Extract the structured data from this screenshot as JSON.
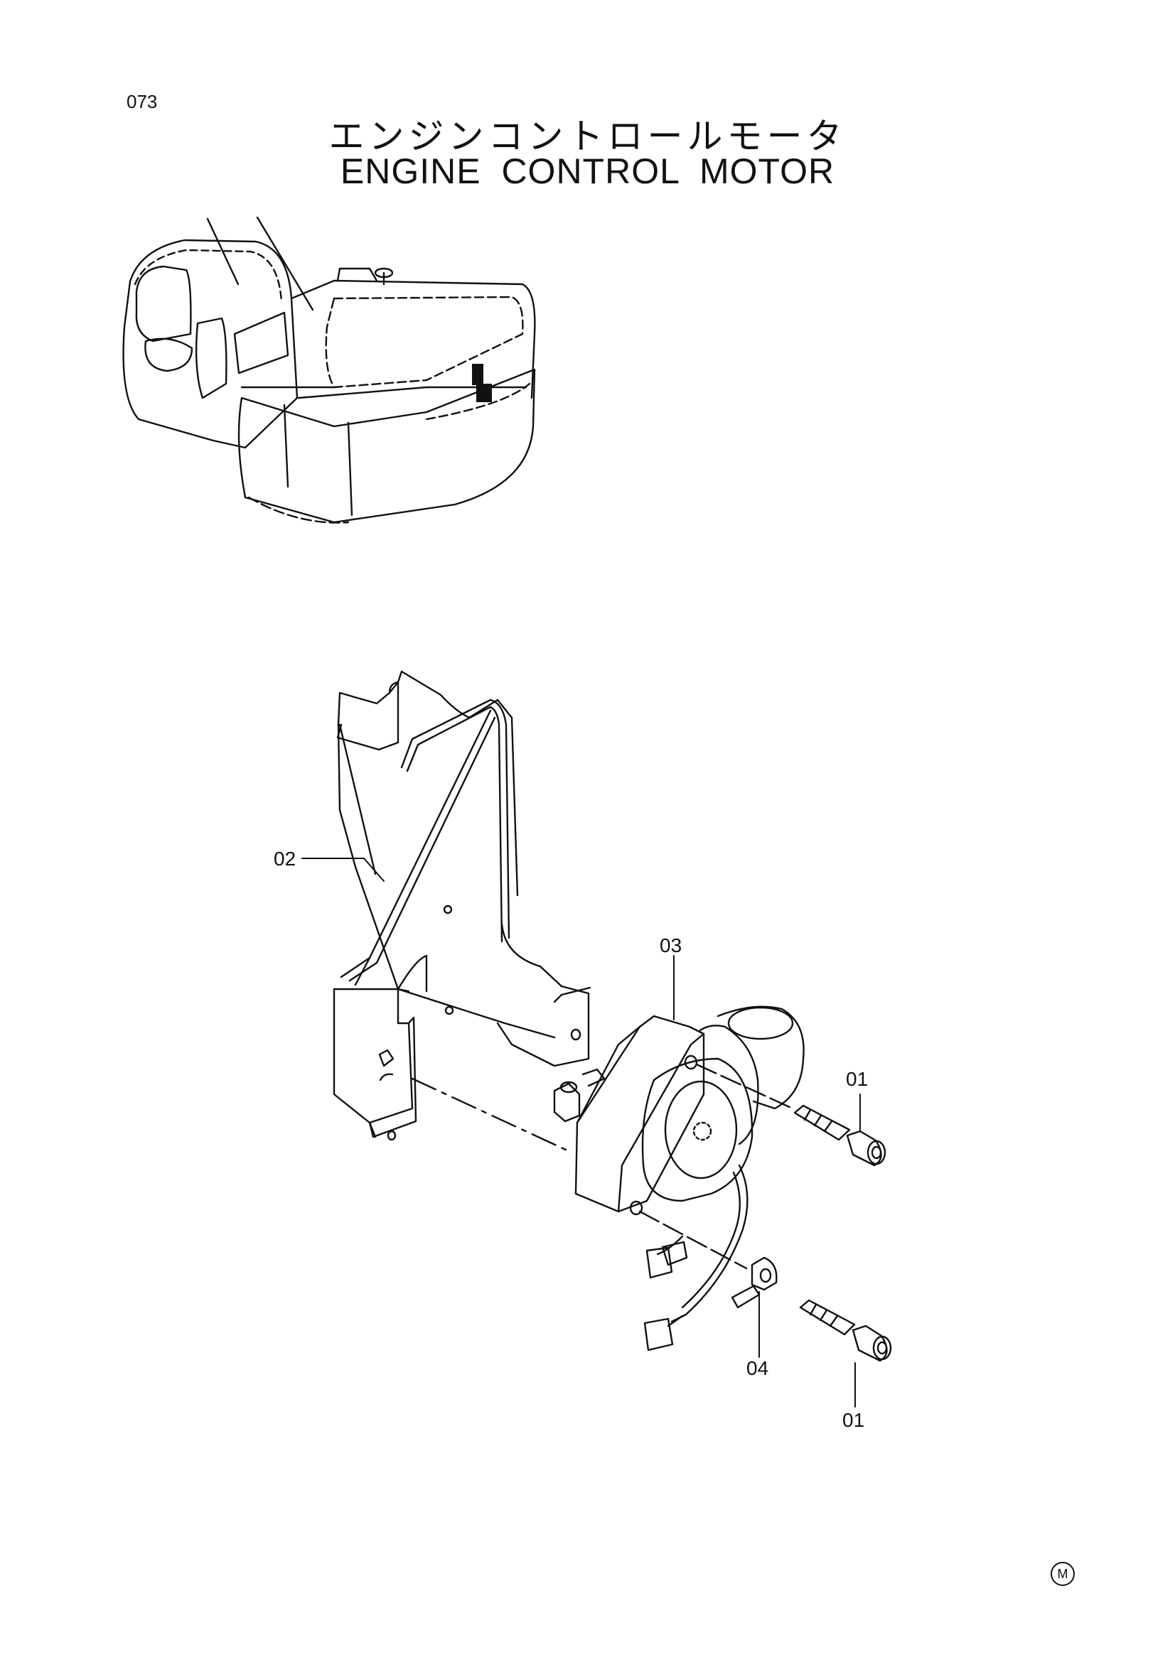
{
  "page": {
    "number": "073"
  },
  "title": {
    "japanese": "エンジンコントロールモータ",
    "english": "ENGINE CONTROL MOTOR"
  },
  "callouts": [
    {
      "id": "02"
    },
    {
      "id": "03"
    },
    {
      "id": "01"
    },
    {
      "id": "04"
    },
    {
      "id": "01"
    }
  ],
  "corner_mark": "M"
}
